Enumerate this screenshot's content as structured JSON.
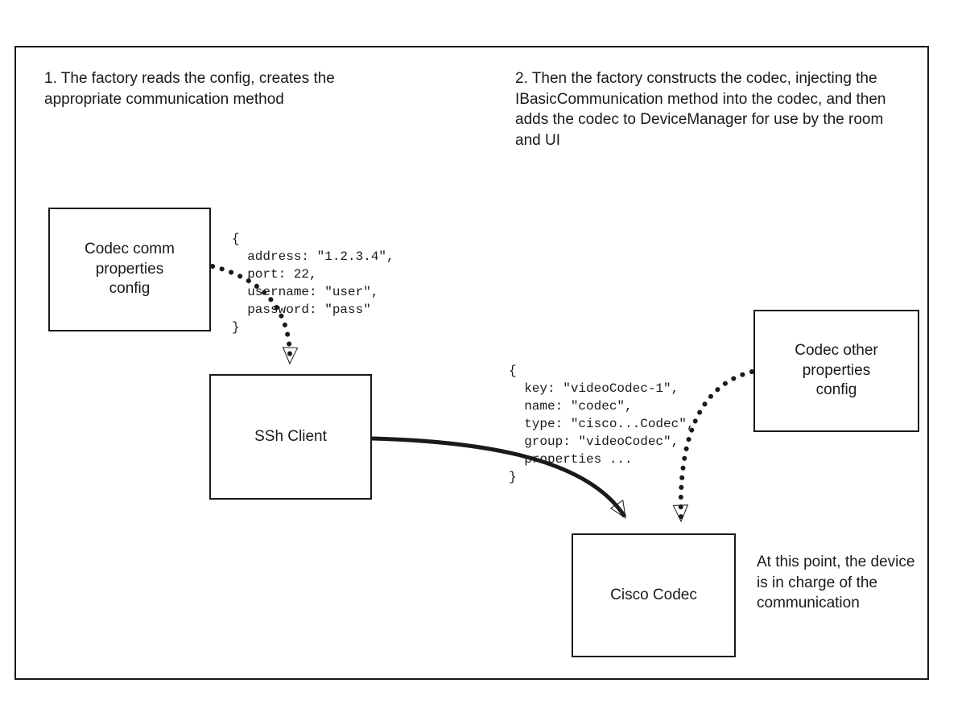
{
  "diagram": {
    "annotations": {
      "step1": "1. The factory reads the config, creates the appropriate communication method",
      "step2": "2. Then the factory constructs the codec, injecting the IBasicCommunication method into the codec, and then adds the codec to DeviceManager for use by the room and UI",
      "endpoint_note": "At this point, the device is in charge of the communication"
    },
    "nodes": {
      "codec_comm_config": "Codec comm\nproperties\nconfig",
      "ssh_client": "SSh Client",
      "codec_other_config": "Codec other\nproperties\nconfig",
      "cisco_codec": "Cisco Codec"
    },
    "code_blocks": {
      "comm_properties": "{\n  address: \"1.2.3.4\",\n  port: 22,\n  username: \"user\",\n  password: \"pass\"\n}",
      "codec_properties": "{\n  key: \"videoCodec-1\",\n  name: \"codec\",\n  type: \"cisco...Codec\",\n  group: \"videoCodec\",\n  properties ...\n}"
    },
    "colors": {
      "line": "#1a1a1a",
      "background": "#ffffff"
    }
  }
}
